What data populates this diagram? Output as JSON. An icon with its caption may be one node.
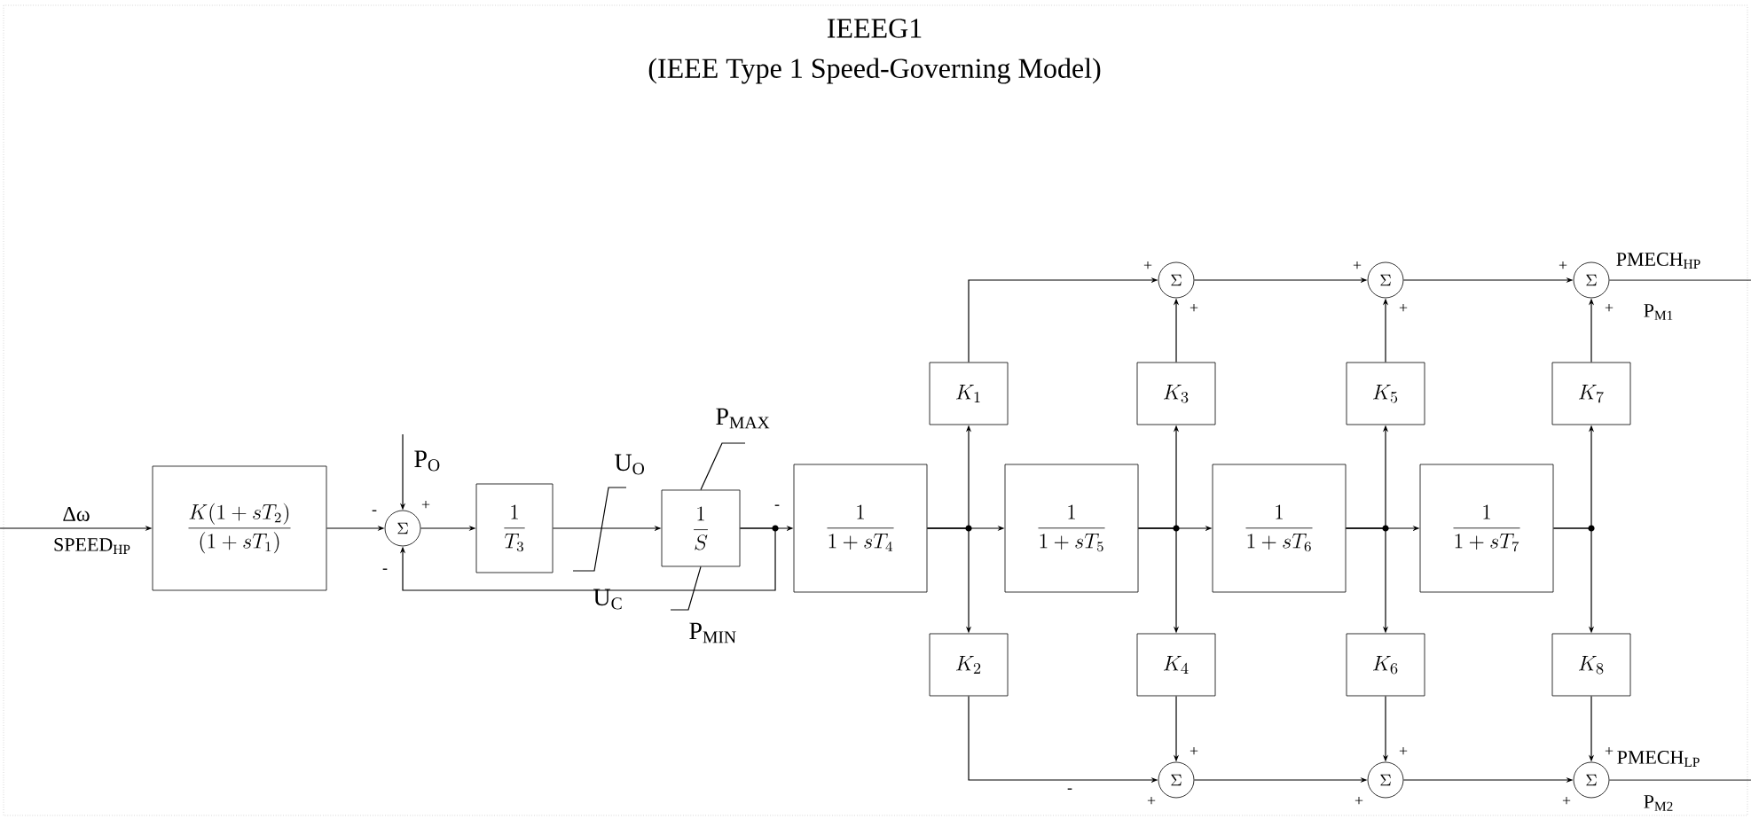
{
  "diagram": {
    "title": "IEEEG1",
    "nodes": [
      {
        "text": [
          "\\frac{K(1+sT_{2})}{(1+sT_{1})}"
        ]
      },
      {
        "text": [
          "\\Sigma"
        ]
      },
      {
        "text": [
          "\\frac{1}{T_{3}}"
        ]
      },
      {
        "text": [
          "\\frac{1}{S}"
        ]
      },
      {
        "text": [
          "\\frac{1}{1+sT_{4}}"
        ]
      },
      {
        "text": [
          "\\frac{1}{1+sT_{5}}"
        ]
      },
      {
        "text": [
          "\\frac{1}{1+sT_{6}}"
        ]
      },
      {
        "text": [
          "\\frac{1}{1+sT_{7}}"
        ]
      },
      {
        "text": [
          "K_{1}"
        ]
      },
      {
        "text": [
          "K_{3}"
        ]
      },
      {
        "text": [
          "K_{5}"
        ]
      },
      {
        "text": [
          "K_{7}"
        ]
      },
      {
        "text": [
          "K_{2}"
        ]
      },
      {
        "text": [
          "K_{4}"
        ]
      },
      {
        "text": [
          "K_{6}"
        ]
      },
      {
        "text": [
          "K_{8}"
        ]
      },
      {
        "text": [
          "\\Sigma"
        ]
      },
      {
        "text": [
          "\\Sigma"
        ]
      },
      {
        "text": [
          "\\Sigma"
        ]
      },
      {
        "text": [
          "\\Sigma"
        ]
      },
      {
        "text": [
          "\\Sigma"
        ]
      },
      {
        "text": [
          "\\Sigma"
        ]
      }
    ],
    "edges": [
      {
        "from": null,
        "to": 0,
        "arrow": "to"
      },
      {
        "from": 0,
        "to": 1,
        "arrow": "to"
      },
      {
        "from": null,
        "to": 1,
        "arrow": "to"
      },
      {
        "from": 1,
        "to": 2,
        "arrow": "to"
      },
      {
        "from": 2,
        "to": 3,
        "arrow": "to"
      },
      {
        "from": 3,
        "to": 4,
        "arrow": "to"
      },
      {
        "from": 3,
        "to": 1,
        "arrow": "to"
      },
      {
        "from": 4,
        "to": 5,
        "arrow": "to"
      },
      {
        "from": 4,
        "to": 8,
        "arrow": "to"
      },
      {
        "from": 4,
        "to": 12,
        "arrow": "to"
      },
      {
        "from": 5,
        "to": 6,
        "arrow": "to"
      },
      {
        "from": 5,
        "to": 9,
        "arrow": "to"
      },
      {
        "from": 5,
        "to": 13,
        "arrow": "to"
      },
      {
        "from": 6,
        "to": 7,
        "arrow": "to"
      },
      {
        "from": 6,
        "to": 10,
        "arrow": "to"
      },
      {
        "from": 6,
        "to": 14,
        "arrow": "to"
      },
      {
        "from": 7,
        "to": 11,
        "arrow": "to"
      },
      {
        "from": 7,
        "to": 15,
        "arrow": "to"
      },
      {
        "from": 8,
        "to": 16,
        "arrow": "to"
      },
      {
        "from": 9,
        "to": 16,
        "arrow": "to"
      },
      {
        "from": 16,
        "to": 17,
        "arrow": "to"
      },
      {
        "from": 10,
        "to": 17,
        "arrow": "to"
      },
      {
        "from": 17,
        "to": 18,
        "arrow": "to"
      },
      {
        "from": 11,
        "to": 18,
        "arrow": "to"
      },
      {
        "from": 18,
        "to": null,
        "arrow": "none"
      },
      {
        "from": 12,
        "to": 19,
        "arrow": "to"
      },
      {
        "from": 13,
        "to": 19,
        "arrow": "to"
      },
      {
        "from": 19,
        "to": 20,
        "arrow": "to"
      },
      {
        "from": 14,
        "to": 20,
        "arrow": "to"
      },
      {
        "from": 20,
        "to": 21,
        "arrow": "to"
      },
      {
        "from": 15,
        "to": 21,
        "arrow": "to"
      },
      {
        "from": 21,
        "to": null,
        "arrow": "none"
      }
    ],
    "labels": [
      "(IEEE Type 1 Speed-Governing Model)",
      "Δω",
      "SPEED$_{HP}$",
      "-",
      "+",
      "-",
      "P$_{O}$",
      "U$_{O}$",
      "U$_{C}$",
      "P$_{MAX}$",
      "P$_{MIN}$",
      "-",
      "+",
      "+",
      "+",
      "+",
      "+",
      "+",
      "PMECH$_{HP}$",
      "P$_{M1}$",
      "+",
      "-",
      "+",
      "+",
      "+",
      "+",
      "+",
      "PMECH$_{LP}$",
      "P$_{M2}$"
    ]
  }
}
